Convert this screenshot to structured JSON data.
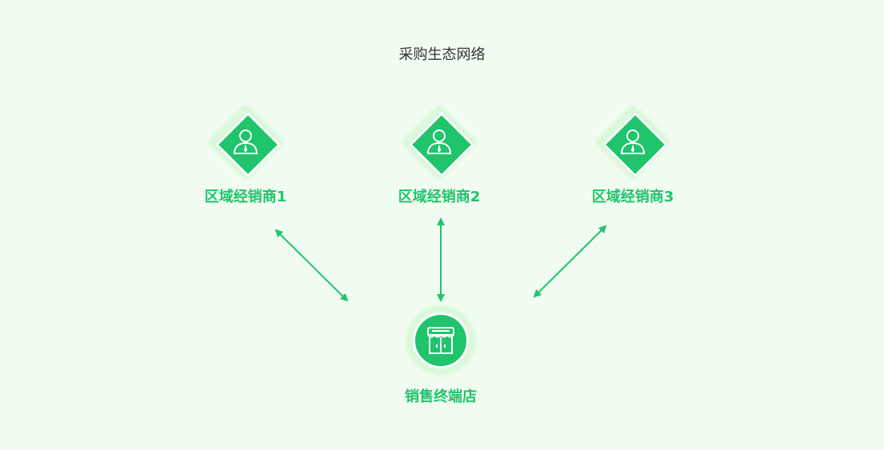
{
  "title": "采购生态网络",
  "distributors": [
    {
      "label": "区域经销商1"
    },
    {
      "label": "区域经销商2"
    },
    {
      "label": "区域经销商3"
    }
  ],
  "store": {
    "label": "销售终端店"
  },
  "colors": {
    "accent": "#20c46c",
    "background": "#f2fdf1",
    "halo": "#dcf8dc"
  }
}
